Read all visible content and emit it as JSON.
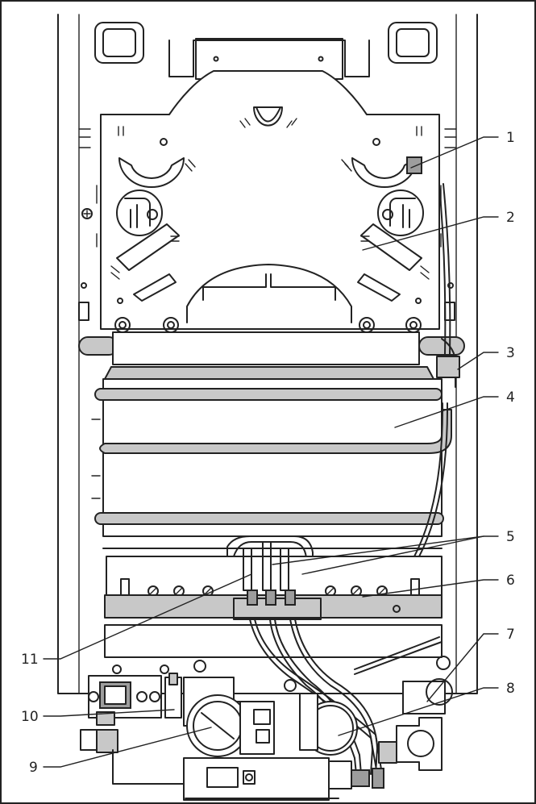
{
  "diagram": {
    "callouts": [
      {
        "id": "1",
        "text": "1"
      },
      {
        "id": "2",
        "text": "2"
      },
      {
        "id": "3",
        "text": "3"
      },
      {
        "id": "4",
        "text": "4"
      },
      {
        "id": "5",
        "text": "5"
      },
      {
        "id": "6",
        "text": "6"
      },
      {
        "id": "7",
        "text": "7"
      },
      {
        "id": "8",
        "text": "8"
      },
      {
        "id": "9",
        "text": "9"
      },
      {
        "id": "10",
        "text": "10"
      },
      {
        "id": "11",
        "text": "11"
      }
    ],
    "colors": {
      "line": "#222222",
      "fill_gray": "#c8c8c8",
      "fill_dark": "#9d9d9d",
      "background": "#ffffff"
    }
  }
}
